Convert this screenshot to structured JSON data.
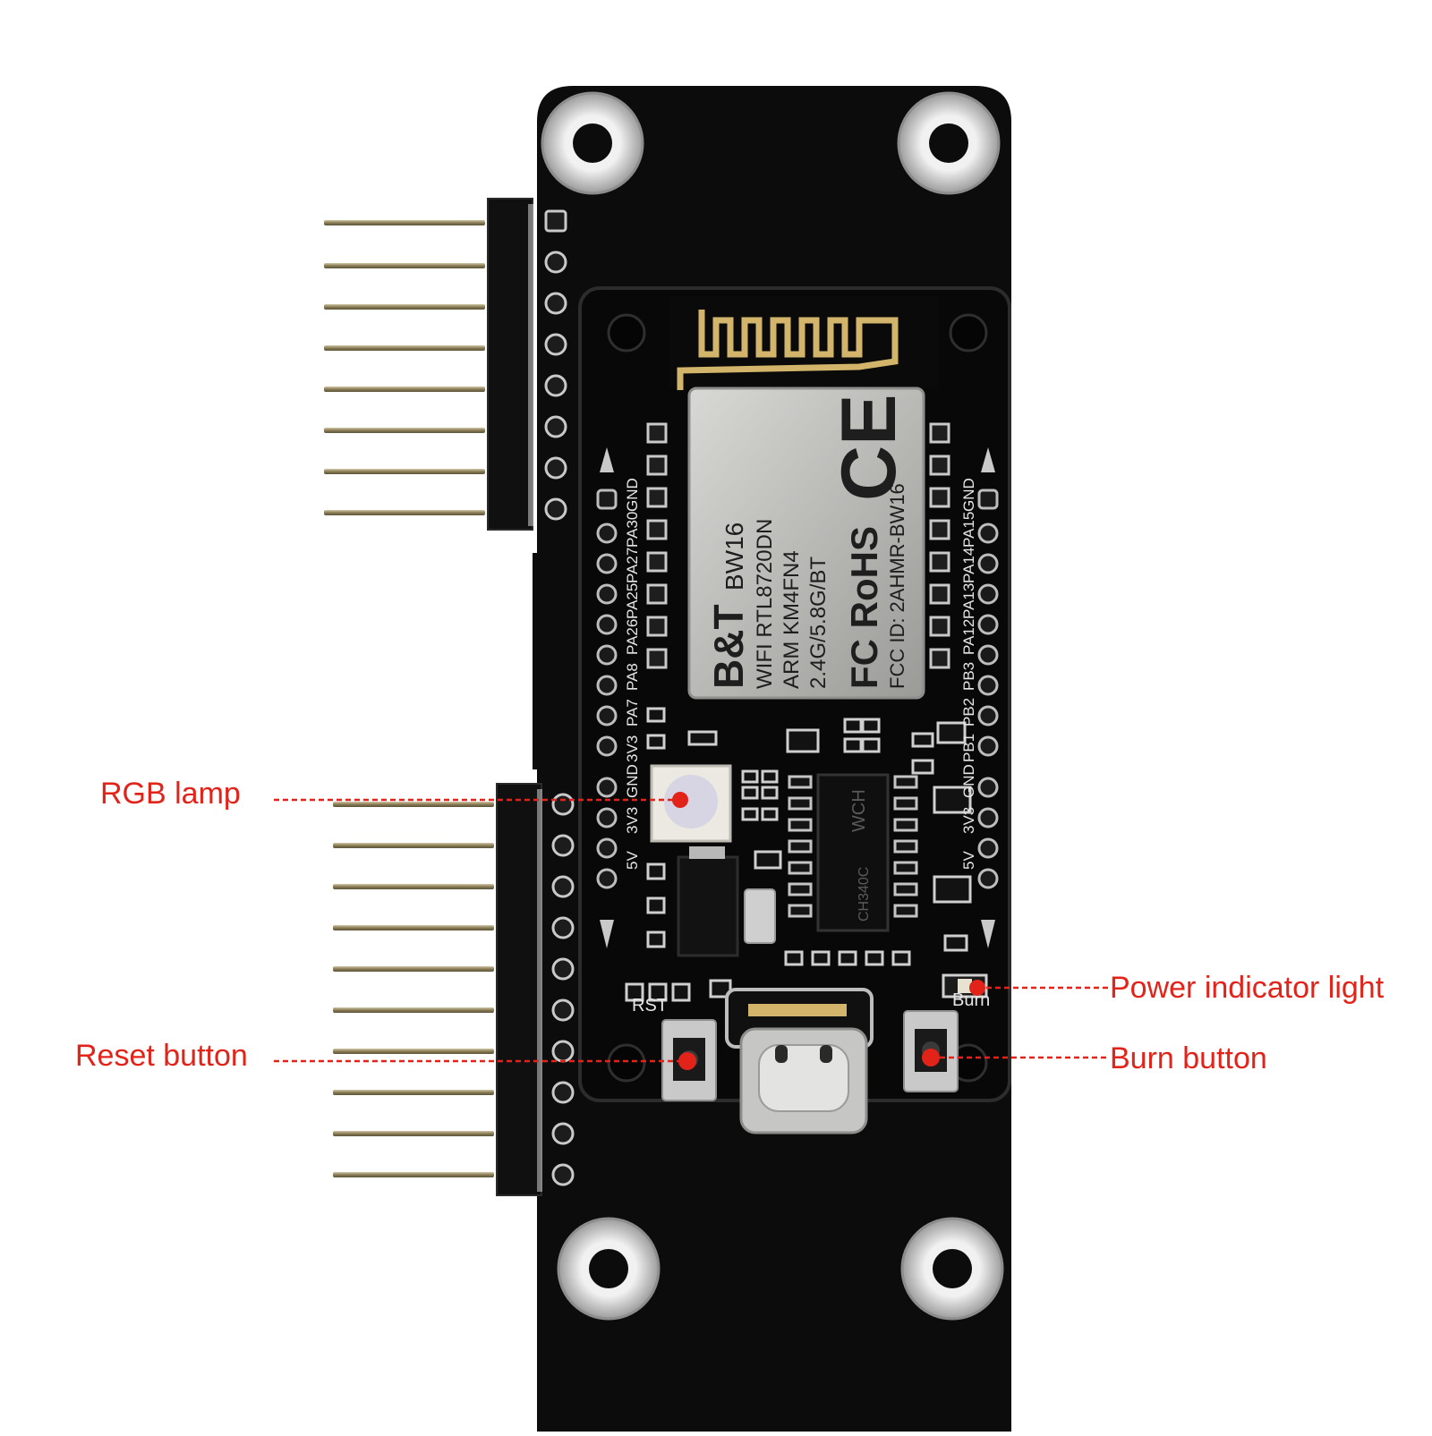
{
  "colors": {
    "board": "#0c0c0c",
    "pin_gold": "#8a7d55",
    "pad_silver": "#c9c9c9",
    "shield_silver": "#b9b9b6",
    "antenna_gold": "#d2b56a",
    "annotation_red": "#e2231a"
  },
  "module": {
    "brand": "B&T",
    "model": "BW16",
    "line1": "WIFI RTL8720DN",
    "line2": "ARM KM4FN4",
    "line3": "2.4G/5.8G/BT",
    "ce_mark": "CE",
    "fcc_rohs": "FC RoHS",
    "fcc_id": "FCC ID: 2AHMR-BW16"
  },
  "silkscreen": {
    "left_pins": [
      "GND",
      "PA30",
      "PA27",
      "PA25",
      "PA26",
      "PA8",
      "PA7",
      "3V3",
      "GND",
      "3V3",
      "5V"
    ],
    "right_pins": [
      "GND",
      "PA15",
      "PA14",
      "PA13",
      "PA12",
      "PB3",
      "PB2",
      "PB1",
      "GND",
      "3V3",
      "5V"
    ],
    "rst_label": "RST",
    "burn_label": "Burn",
    "chip_brand": "WCH",
    "chip_name": "CH340C"
  },
  "annotations": {
    "rgb_lamp": "RGB  lamp",
    "power_indicator": "Power indicator light",
    "reset_button": "Reset button",
    "burn_button": "Burn button"
  }
}
